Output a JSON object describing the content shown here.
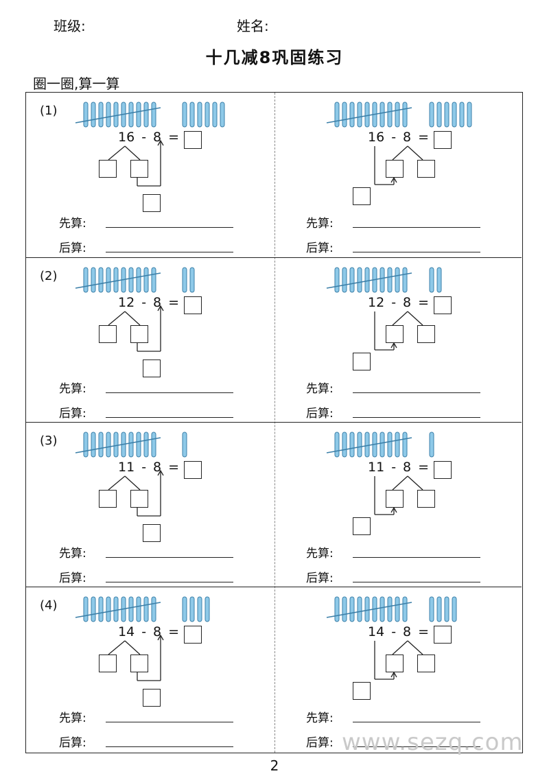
{
  "header": {
    "class_label": "班级:",
    "name_label": "姓名:"
  },
  "title": "十几减8巩固练习",
  "instruction": "圈一圈,算一算",
  "first_label": "先算:",
  "then_label": "后算:",
  "problems": [
    {
      "number": "(1)",
      "minuend": "16",
      "minus": "-",
      "subtrahend": "8",
      "equals": "=",
      "ones": 6
    },
    {
      "number": "(2)",
      "minuend": "12",
      "minus": "-",
      "subtrahend": "8",
      "equals": "=",
      "ones": 2
    },
    {
      "number": "(3)",
      "minuend": "11",
      "minus": "-",
      "subtrahend": "8",
      "equals": "=",
      "ones": 1
    },
    {
      "number": "(4)",
      "minuend": "14",
      "minus": "-",
      "subtrahend": "8",
      "equals": "=",
      "ones": 4
    }
  ],
  "page_number": "2",
  "watermark": "www.sezq.com",
  "colors": {
    "stick_fill": "#8ec9e8",
    "stick_stroke": "#3b7fa8",
    "line": "#222222"
  }
}
